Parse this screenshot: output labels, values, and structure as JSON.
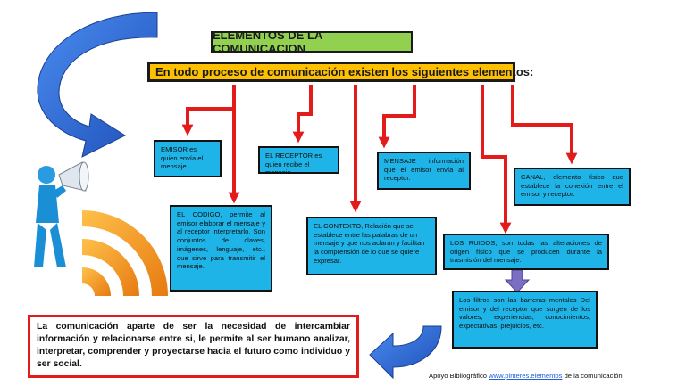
{
  "title": "ELEMENTOS DE LA COMUNICACION",
  "subtitle": "En todo proceso de comunicación existen los siguientes elementos:",
  "nodes": {
    "emisor": "EMISOR es quien envía el mensaje.",
    "receptor": "EL RECEPTOR es quien recibe el mensaje.",
    "mensaje": "MENSAJE información que el emisor envía al receptor.",
    "canal": "CANAL, elemento físico que establece la conexión entre el emisor y receptor.",
    "codigo": "EL CODIGO, permite al emisor elaborar el mensaje y al receptor interpretarlo. Son conjuntos de claves, imágenes, lenguaje, etc., que sirve para transmitir el mensaje.",
    "contexto": "EL CONTEXTO, Relación que se establece entre las palabras de un mensaje y que nos aclaran y facilitan la comprensión de lo que se quiere expresar.",
    "ruidos": "LOS RUIDOS; son todas las alteraciones de origen físico que se producen durante la trasmisión del mensaje.",
    "filtros": "Los filtros son las barreras mentales Del emisor y del receptor que surgen de los valores, experiencias, conocimientos, expectativas, prejuicios, etc."
  },
  "note": "La comunicación aparte de ser la necesidad de intercambiar información y relacionarse entre si, le permite al ser humano analizar, interpretar, comprender y proyectarse hacia el futuro como individuo y ser social.",
  "credit": {
    "prefix": "Apoyo Bibliográfico",
    "link": "www.pinteres.elementos",
    "suffix": "de la comunicación"
  },
  "colors": {
    "title_bg": "#92d050",
    "subtitle_bg": "#ffc000",
    "node_bg": "#1fb4e8",
    "arrow_red": "#e31b1b",
    "curve_arrow_blue": "#2e6fd8",
    "down_arrow_purple": "#7b6fc4",
    "rss_orange": "#f39a1e",
    "figure_blue": "#1a8fd6"
  },
  "icons": [
    "curved-arrow-icon",
    "person-megaphone-icon",
    "rss-waves-icon",
    "down-arrow-icon",
    "return-arrow-icon"
  ]
}
